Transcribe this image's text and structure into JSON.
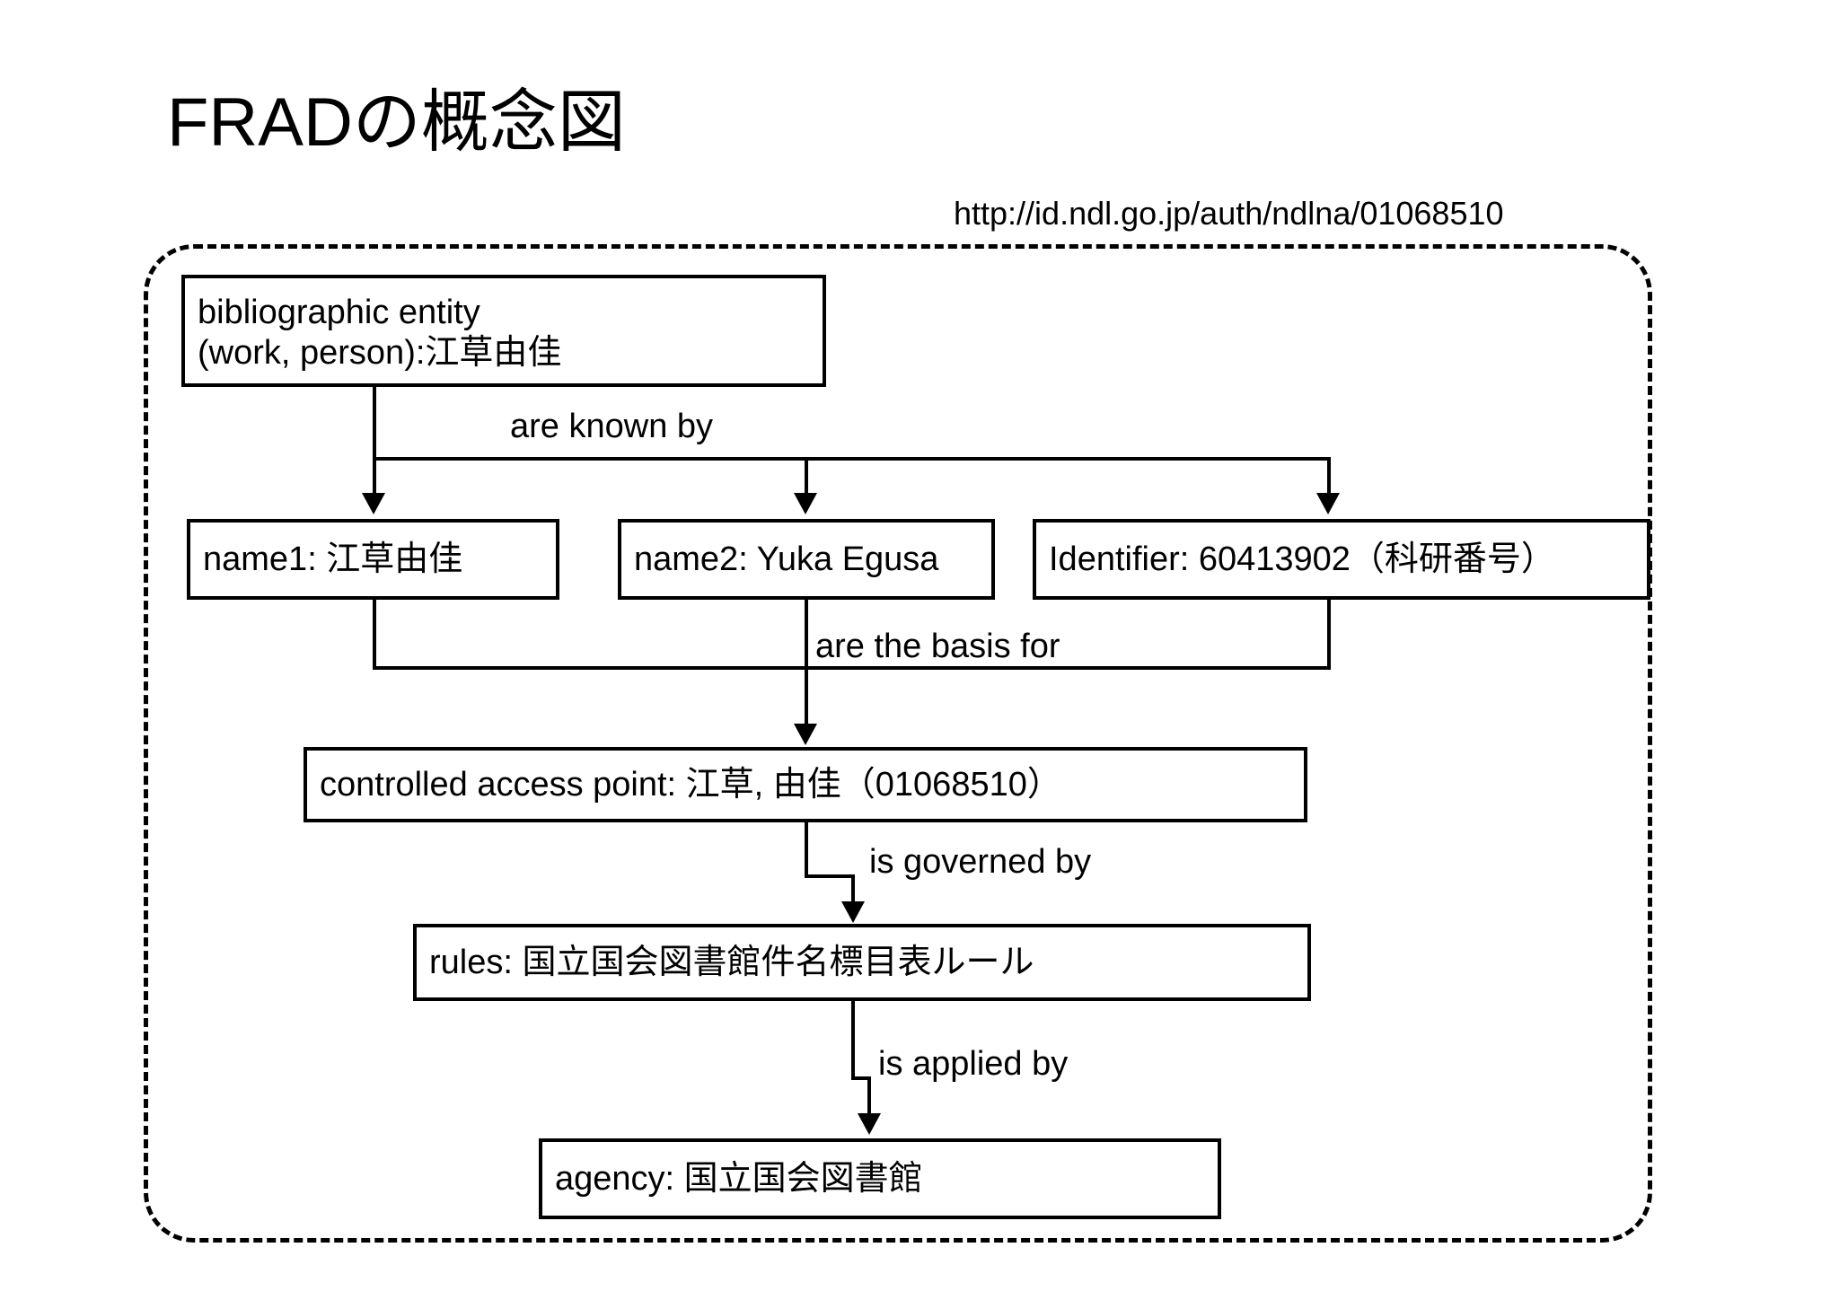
{
  "page": {
    "title": "FRADの概念図",
    "auth_url": "http://id.ndl.go.jp/auth/ndlna/01068510"
  },
  "diagram": {
    "type": "flow-diagram",
    "container_style": "dashed-rounded",
    "nodes": [
      {
        "id": "bibliographic-entity",
        "lines": [
          "bibliographic entity",
          "(work, person):江草由佳"
        ]
      },
      {
        "id": "name1",
        "lines": [
          "name1: 江草由佳"
        ]
      },
      {
        "id": "name2",
        "lines": [
          "name2: Yuka Egusa"
        ]
      },
      {
        "id": "identifier",
        "lines": [
          "Identifier: 60413902（科研番号）"
        ]
      },
      {
        "id": "controlled-access-point",
        "lines": [
          "controlled access point: 江草, 由佳（01068510）"
        ]
      },
      {
        "id": "rules",
        "lines": [
          "rules: 国立国会図書館件名標目表ルール"
        ]
      },
      {
        "id": "agency",
        "lines": [
          "agency:  国立国会図書館"
        ]
      }
    ],
    "edges": [
      {
        "id": "are-known-by",
        "label": "are known by",
        "from": "bibliographic-entity",
        "to": [
          "name1",
          "name2",
          "identifier"
        ]
      },
      {
        "id": "are-the-basis-for",
        "label": "are the basis for",
        "from": [
          "name1",
          "name2",
          "identifier"
        ],
        "to": "controlled-access-point"
      },
      {
        "id": "is-governed-by",
        "label": "is governed by",
        "from": "controlled-access-point",
        "to": "rules"
      },
      {
        "id": "is-applied-by",
        "label": "is applied by",
        "from": "rules",
        "to": "agency"
      }
    ]
  },
  "colors": {
    "ink": "#000000",
    "background": "#ffffff"
  }
}
